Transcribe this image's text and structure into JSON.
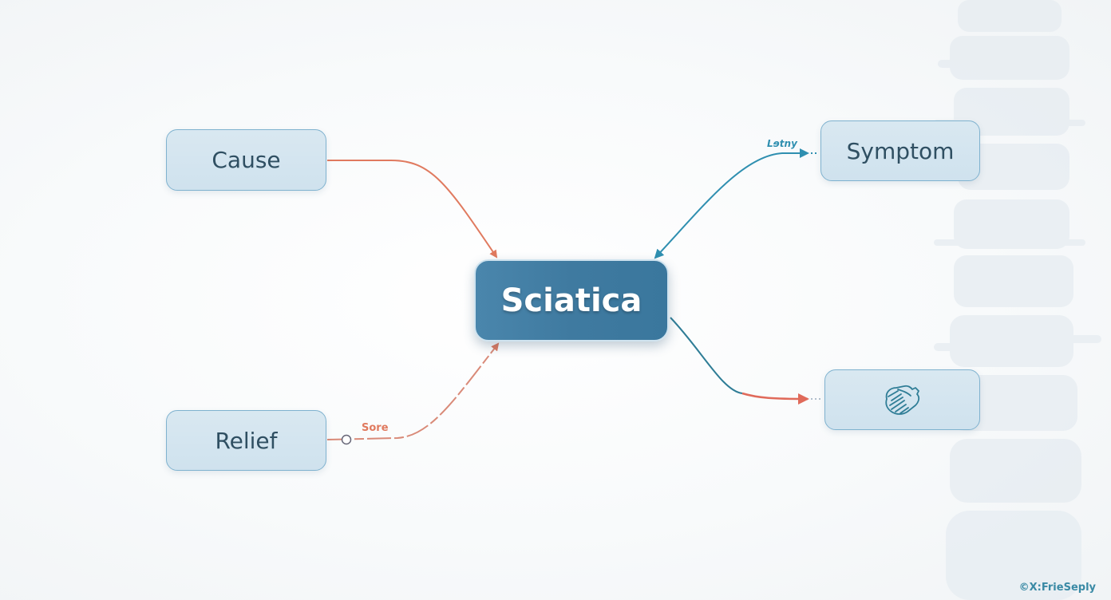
{
  "diagram": {
    "center": {
      "label": "Sciatica",
      "color": "#3f7aa0"
    },
    "nodes": [
      {
        "id": "cause",
        "label": "Cause"
      },
      {
        "id": "relief",
        "label": "Relief"
      },
      {
        "id": "symptom",
        "label": "Symptom"
      },
      {
        "id": "treatment",
        "label": "",
        "icon": "handshake-icon"
      }
    ],
    "edges": [
      {
        "from": "cause",
        "to": "center",
        "color": "#e07a5f",
        "style": "solid"
      },
      {
        "from": "relief",
        "to": "center",
        "color": "#e07a5f",
        "style": "dashed",
        "label": "Sore"
      },
      {
        "from": "center",
        "to": "symptom",
        "color": "#2f8fb0",
        "style": "bidirectional",
        "label": "Lɘtny"
      },
      {
        "from": "center",
        "to": "treatment",
        "color_start": "#2f7d96",
        "color_end": "#e06a5a",
        "style": "solid"
      }
    ],
    "colors": {
      "node_fill": "#d3e5f0",
      "node_border": "#7fb2cf",
      "node_text": "#2f4f62",
      "orange": "#e07a5f",
      "teal": "#2f8fb0"
    }
  },
  "watermark": "©X꞉FrieSeply"
}
